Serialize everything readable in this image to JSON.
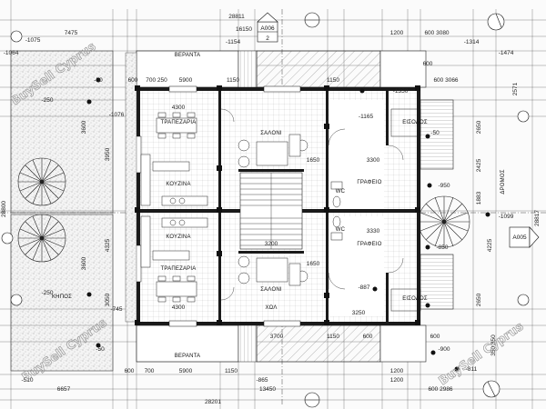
{
  "axis_tags": {
    "top": {
      "letter": "A006",
      "number": "2"
    },
    "right": {
      "letter": "A005"
    }
  },
  "rooms": {
    "veranta_top": "ΒΕΡΑΝΤΑ",
    "veranta_bottom": "ΒΕΡΑΝΤΑ",
    "trapezaria_top": "ΤΡΑΠΕΖΑΡΙΑ",
    "trapezaria_bottom": "ΤΡΑΠΕΖΑΡΙΑ",
    "kouzina_top": "ΚΟΥΖΙΝΑ",
    "kouzina_bottom": "ΚΟΥΖΙΝΑ",
    "saloni_top": "ΣΑΛΟΝΙ",
    "saloni_bottom": "ΣΑΛΟΝΙ",
    "grafeio_top": "ΓΡΑΦΕΙΟ",
    "grafeio_bottom": "ΓΡΑΦΕΙΟ",
    "eisodos_top": "ΕΙΣΟΔΟΣ",
    "eisodos_bottom": "ΕΙΣΟΔΟΣ",
    "kipos_bottom": "ΚΗΠΟΣ",
    "wc_top": "WC",
    "wc_bottom": "WC",
    "hall": "ΧΩΛ",
    "dromos": "ΔΡΟΜΟΣ"
  },
  "dimensions": {
    "overall_top": "28811",
    "top_mid": "16150",
    "top_left": "7475",
    "top_right_a": "1200",
    "top_right_b": "600 3080",
    "left_offset": "-1075",
    "top_offset": "-1154",
    "right_offset": "-1314",
    "left_edge": "-1064",
    "right_edge": "-1474",
    "row2_a": "600",
    "row2_b": "700 250",
    "row2_c": "5900",
    "row2_d": "1150",
    "row2_e": "1150",
    "row2_f": "600",
    "row2_g": "600 3066",
    "level_a": "-50",
    "level_b": "-50",
    "level_c": "-250",
    "level_d": "-1076",
    "level_e": "-1165",
    "level_f": "-1350",
    "level_g": "-950",
    "level_h": "-850",
    "level_i": "-887",
    "level_j": "-1099",
    "level_k": "-250",
    "level_l": "-745",
    "level_m": "-50",
    "level_n": "-900",
    "level_o": "-811",
    "level_p": "-510",
    "level_q": "-865",
    "room_w1": "4300",
    "room_w2": "4300",
    "room_w3": "3200",
    "room_w4": "3300",
    "room_w5": "3330",
    "room_w6": "3250",
    "room_h1": "1650",
    "room_h2": "1650",
    "side_l1": "3600",
    "side_l2": "3950",
    "side_l3": "3600",
    "side_l4": "4325",
    "side_l5": "3050",
    "side_r1": "2650",
    "side_r2": "2425",
    "side_r3": "1883",
    "side_r4": "4225",
    "side_r5": "2650",
    "side_r6": "2571",
    "side_r7": "350 350",
    "side_r8": "28817",
    "left_total": "28800",
    "bottom_a": "600",
    "bottom_b": "700",
    "bottom_c": "5900",
    "bottom_d": "1150",
    "bottom_e": "3700",
    "bottom_f": "1150",
    "bottom_g": "600",
    "bottom_h": "600",
    "bottom_left": "6657",
    "bottom_mid": "13450",
    "bottom_right": "600 2986",
    "overall_bottom": "28201",
    "bottom_r1": "1200",
    "bottom_r2": "1200"
  },
  "watermarks": {
    "top_left": "BuySell Cyprus",
    "bottom_left": "BuySell Cyprus",
    "bottom_right": "BuySell Cyprus"
  }
}
